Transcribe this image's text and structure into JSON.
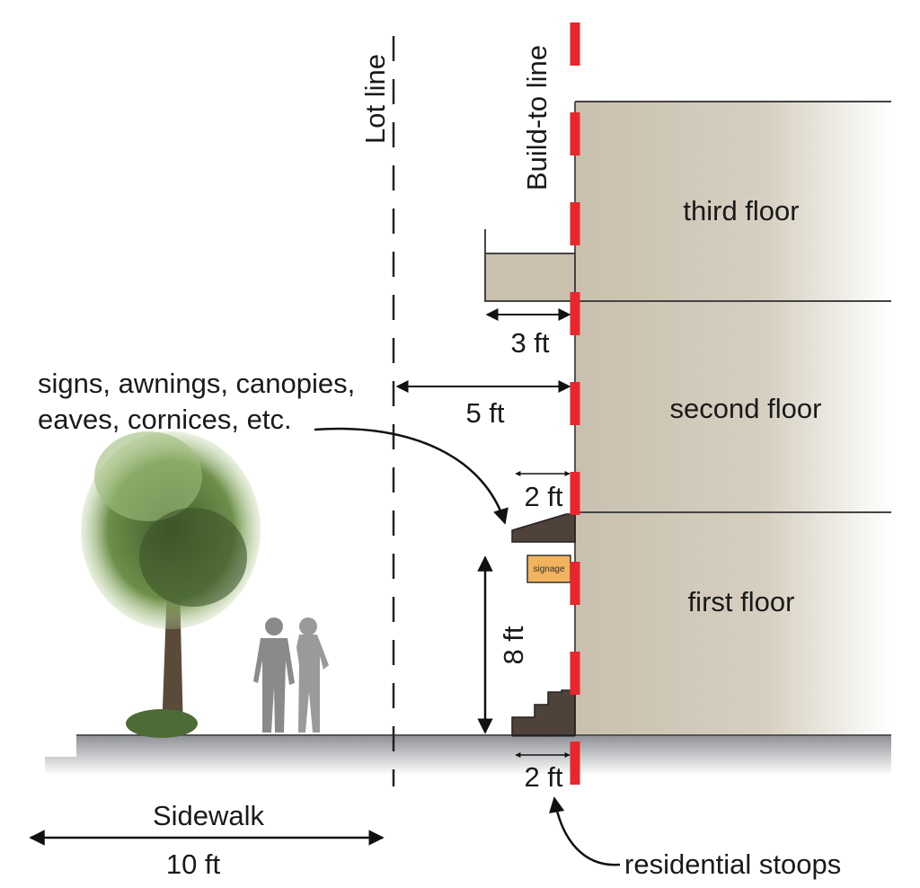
{
  "labels": {
    "lot_line": "Lot line",
    "build_to_line": "Build-to line",
    "third_floor": "third floor",
    "second_floor": "second floor",
    "first_floor": "first floor",
    "projection_note_line1": "signs, awnings, canopies,",
    "projection_note_line2": "eaves, cornices, etc.",
    "signage": "signage",
    "sidewalk": "Sidewalk",
    "residential_stoops": "residential stoops"
  },
  "dimensions": {
    "balcony_projection": "3 ft",
    "sign_projection": "5 ft",
    "awning_projection": "2 ft",
    "clearance_height": "8 ft",
    "stoop_projection": "2 ft",
    "sidewalk_width": "10 ft"
  },
  "colors": {
    "build_to_line": "#e8262b",
    "building": "#c9c0ae",
    "dark_element": "#4e423a",
    "signage": "#f2b35f",
    "ground": "#9a9ca0"
  }
}
